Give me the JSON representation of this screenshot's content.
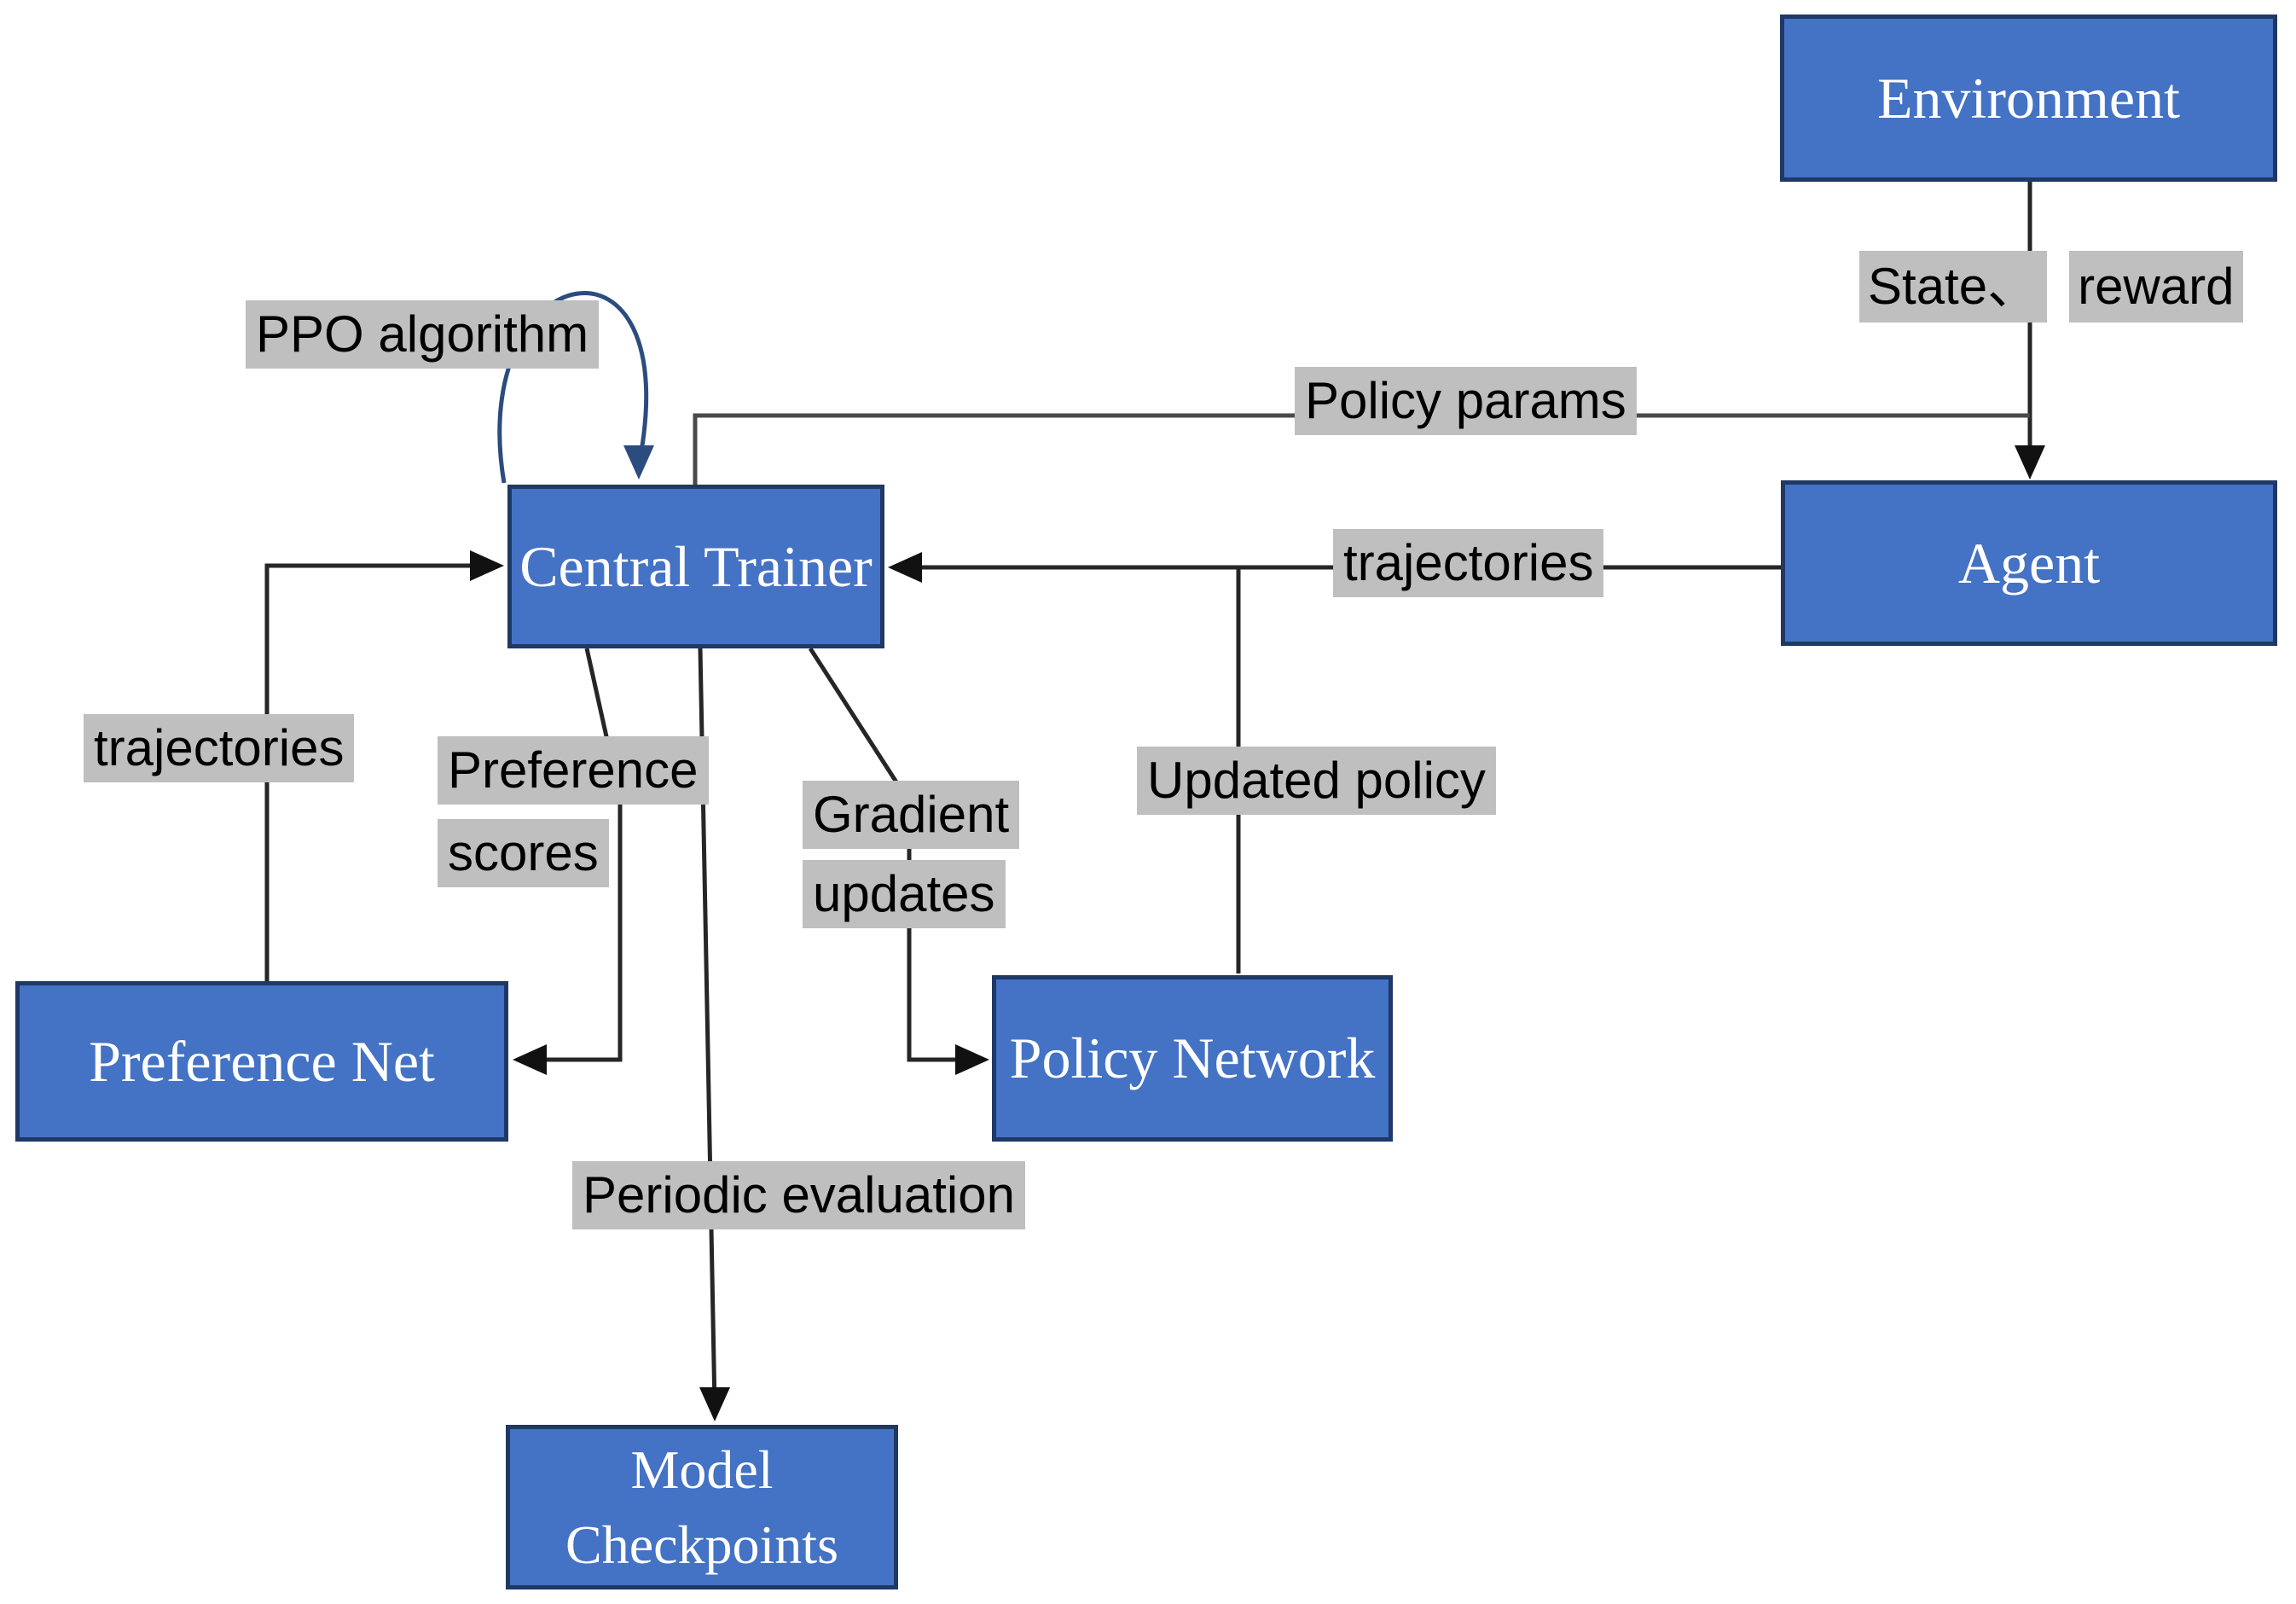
{
  "nodes": {
    "environment": {
      "label": "Environment"
    },
    "agent": {
      "label": "Agent"
    },
    "central_trainer": {
      "label": "Central Trainer"
    },
    "preference_net": {
      "label": "Preference Net"
    },
    "policy_network": {
      "label": "Policy Network"
    },
    "model_checkpoints": {
      "line1": "Model",
      "line2": "Checkpoints"
    }
  },
  "edge_labels": {
    "ppo": "PPO algorithm",
    "state": "State、",
    "reward": "reward",
    "policy_params": "Policy params",
    "trajectories_agent": "trajectories",
    "trajectories_pref": "trajectories",
    "preference_l1": "Preference",
    "preference_l2": "scores",
    "gradient_l1": "Gradient",
    "gradient_l2": "updates",
    "updated_policy": "Updated policy",
    "periodic_evaluation": "Periodic evaluation"
  },
  "colors": {
    "node_fill": "#4472C4",
    "node_border": "#1f3864",
    "node_text": "#ffffff",
    "label_bg": "#BFBFBF",
    "label_text": "#000000",
    "connector": "#262626",
    "loop_stroke": "#2b4c7e",
    "background": "#ffffff"
  }
}
